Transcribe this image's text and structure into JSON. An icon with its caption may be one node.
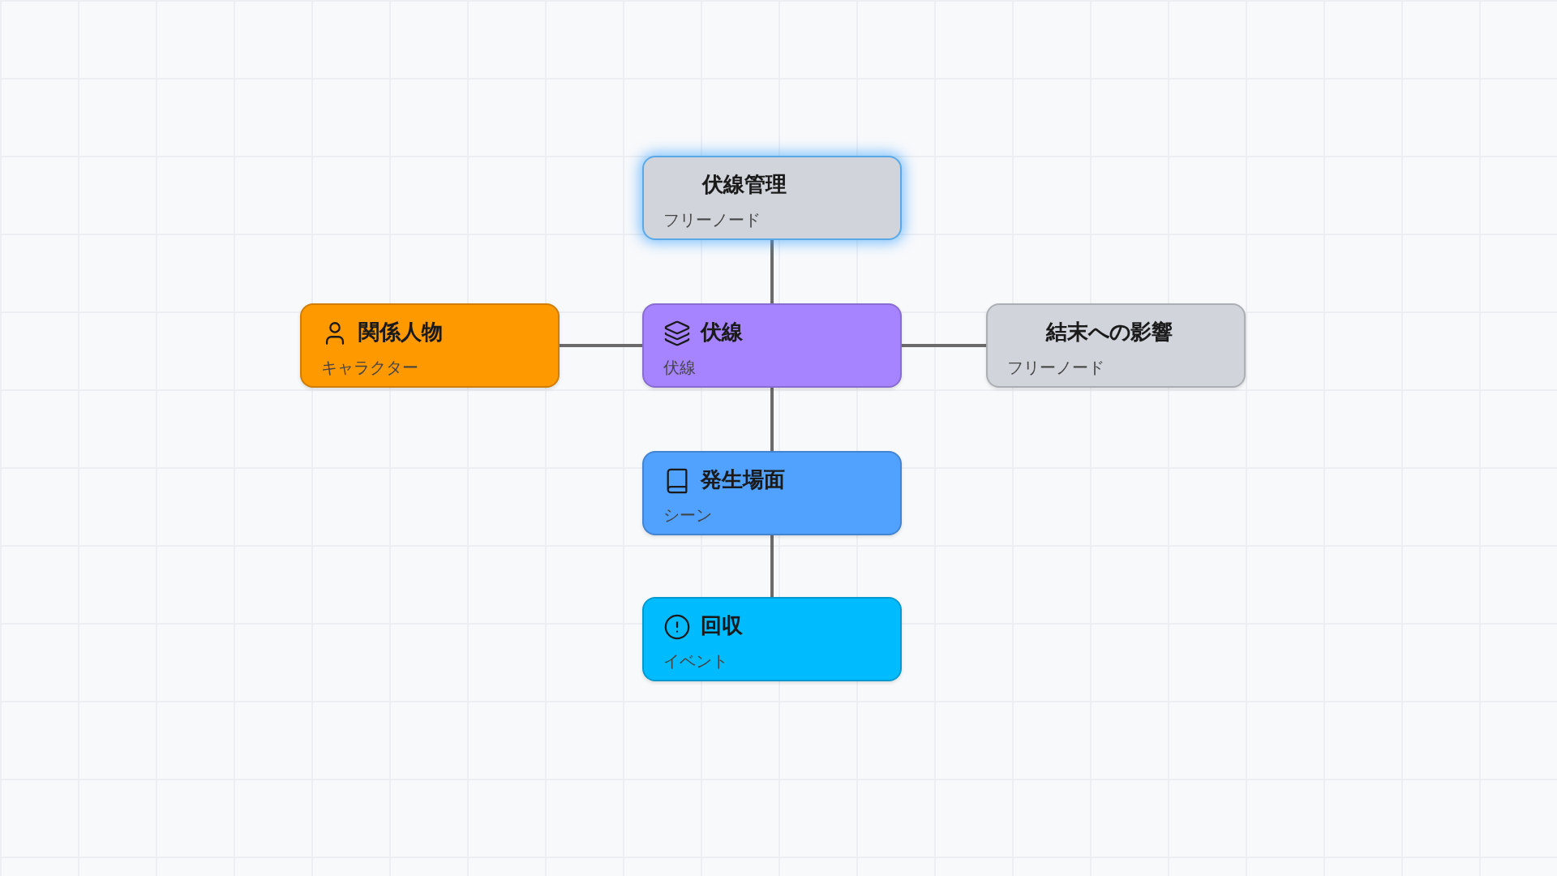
{
  "diagram": {
    "nodes": [
      {
        "text": [
          "伏線管理",
          "フリーノード"
        ]
      },
      {
        "text": [
          "関係人物",
          "キャラクター"
        ]
      },
      {
        "text": [
          "伏線",
          "伏線"
        ]
      },
      {
        "text": [
          "結末への影響",
          "フリーノード"
        ]
      },
      {
        "text": [
          "発生場面",
          "シーン"
        ]
      },
      {
        "text": [
          "回収",
          "イベント"
        ]
      }
    ],
    "edges": [
      {
        "from": 0,
        "to": 2,
        "arrow": "none"
      },
      {
        "from": 1,
        "to": 2,
        "arrow": "none"
      },
      {
        "from": 2,
        "to": 3,
        "arrow": "none"
      },
      {
        "from": 2,
        "to": 4,
        "arrow": "none"
      },
      {
        "from": 4,
        "to": 5,
        "arrow": "none"
      }
    ]
  }
}
